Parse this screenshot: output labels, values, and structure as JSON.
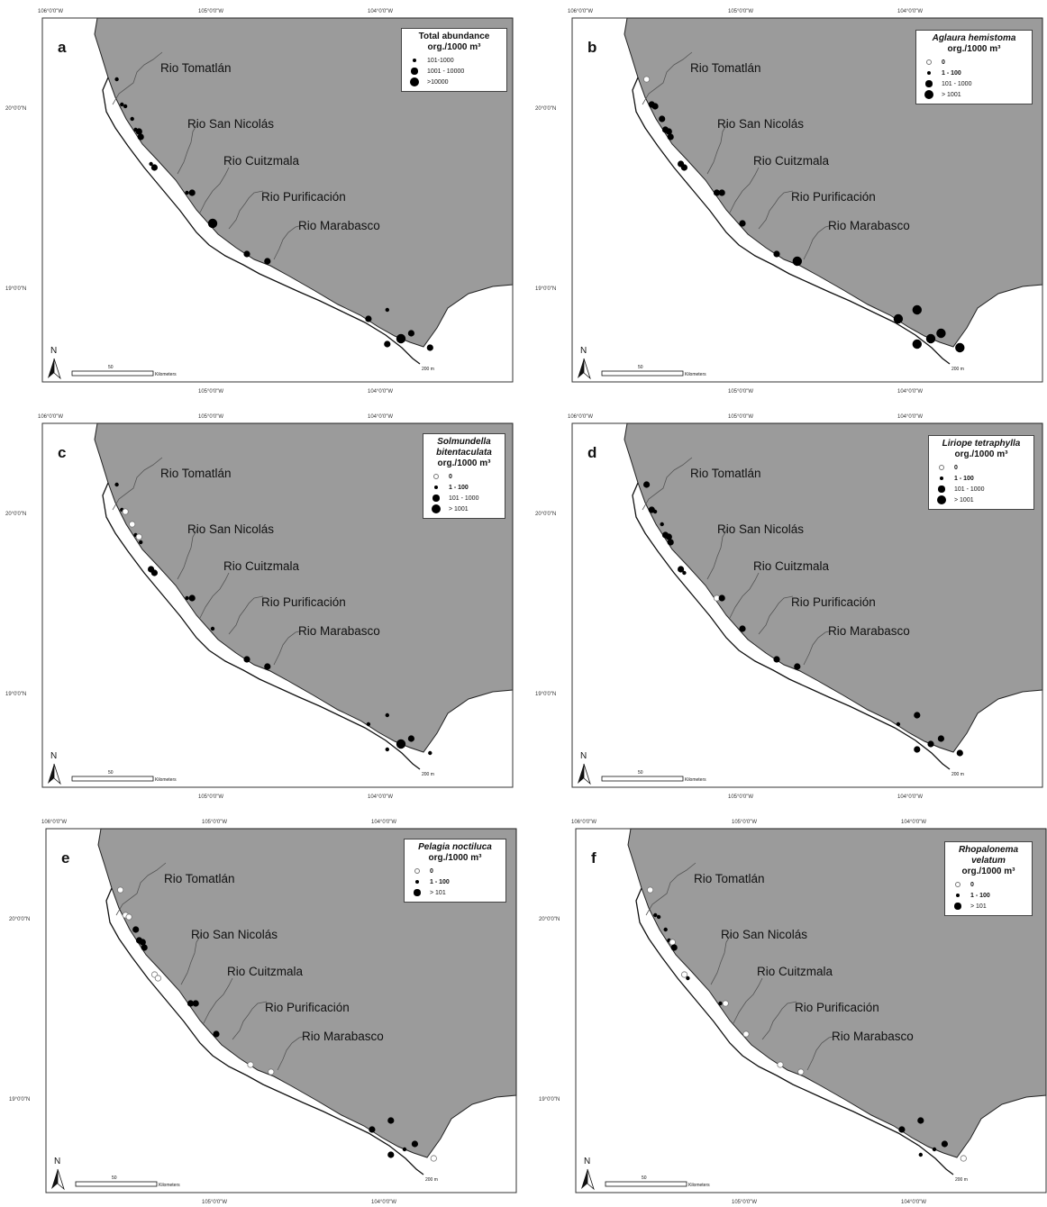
{
  "coords": {
    "top": [
      "106°0'0\"W",
      "105°0'0\"W",
      "104°0'0\"W"
    ],
    "bottom": [
      "105°0'0\"W",
      "104°0'0\"W"
    ],
    "left": [
      "20°0'0\"N",
      "19°0'0\"N"
    ]
  },
  "rivers": [
    "Rio Tomatlán",
    "Rio San Nicolás",
    "Rio Cuitzmala",
    "Rio Purificación",
    "Rio Marabasco"
  ],
  "map": {
    "north_label": "N",
    "scale_label": "50",
    "scale_unit": "Kilometers",
    "isobath_label": "200 m"
  },
  "colors": {
    "land": "#9b9b9b",
    "sea": "#ffffff",
    "coast": "#222222",
    "dot": "#000000"
  },
  "panels": [
    {
      "letter": "a",
      "legend": {
        "title_lines": [
          "Total abundance"
        ],
        "title_italic": false,
        "unit": "org./1000 m³",
        "items": [
          {
            "label": "101-1000",
            "size": 1
          },
          {
            "label": "1001 - 10000",
            "size": 2
          },
          {
            "label": ">10000",
            "size": 3
          }
        ]
      },
      "stations": [
        {
          "x": -105.56,
          "y": 20.15,
          "cls": 1
        },
        {
          "x": -105.53,
          "y": 20.01,
          "cls": 1
        },
        {
          "x": -105.51,
          "y": 20.0,
          "cls": 1
        },
        {
          "x": -105.47,
          "y": 19.93,
          "cls": 1
        },
        {
          "x": -105.45,
          "y": 19.87,
          "cls": 1
        },
        {
          "x": -105.43,
          "y": 19.86,
          "cls": 2
        },
        {
          "x": -105.42,
          "y": 19.83,
          "cls": 2
        },
        {
          "x": -105.36,
          "y": 19.68,
          "cls": 1
        },
        {
          "x": -105.34,
          "y": 19.66,
          "cls": 2
        },
        {
          "x": -105.15,
          "y": 19.52,
          "cls": 1
        },
        {
          "x": -105.12,
          "y": 19.52,
          "cls": 2
        },
        {
          "x": -105.0,
          "y": 19.35,
          "cls": 3
        },
        {
          "x": -104.8,
          "y": 19.18,
          "cls": 2
        },
        {
          "x": -104.68,
          "y": 19.14,
          "cls": 2
        },
        {
          "x": -104.09,
          "y": 18.82,
          "cls": 2
        },
        {
          "x": -103.98,
          "y": 18.87,
          "cls": 1
        },
        {
          "x": -103.98,
          "y": 18.68,
          "cls": 2
        },
        {
          "x": -103.9,
          "y": 18.71,
          "cls": 3
        },
        {
          "x": -103.84,
          "y": 18.74,
          "cls": 2
        },
        {
          "x": -103.73,
          "y": 18.66,
          "cls": 2
        }
      ]
    },
    {
      "letter": "b",
      "legend": {
        "title_lines": [
          "Aglaura hemistoma"
        ],
        "title_italic": true,
        "unit": "org./1000 m³",
        "items": [
          {
            "label": "0",
            "size": 0
          },
          {
            "label": "1 - 100",
            "size": 1
          },
          {
            "label": "101 - 1000",
            "size": 2
          },
          {
            "label": "> 1001",
            "size": 3
          }
        ]
      },
      "stations": [
        {
          "x": -105.56,
          "y": 20.15,
          "cls": 0
        },
        {
          "x": -105.53,
          "y": 20.01,
          "cls": 2
        },
        {
          "x": -105.51,
          "y": 20.0,
          "cls": 2
        },
        {
          "x": -105.47,
          "y": 19.93,
          "cls": 2
        },
        {
          "x": -105.45,
          "y": 19.87,
          "cls": 2
        },
        {
          "x": -105.43,
          "y": 19.86,
          "cls": 2
        },
        {
          "x": -105.42,
          "y": 19.83,
          "cls": 2
        },
        {
          "x": -105.36,
          "y": 19.68,
          "cls": 2
        },
        {
          "x": -105.34,
          "y": 19.66,
          "cls": 2
        },
        {
          "x": -105.15,
          "y": 19.52,
          "cls": 2
        },
        {
          "x": -105.12,
          "y": 19.52,
          "cls": 2
        },
        {
          "x": -105.0,
          "y": 19.35,
          "cls": 2
        },
        {
          "x": -104.8,
          "y": 19.18,
          "cls": 2
        },
        {
          "x": -104.68,
          "y": 19.14,
          "cls": 3
        },
        {
          "x": -104.09,
          "y": 18.82,
          "cls": 3
        },
        {
          "x": -103.98,
          "y": 18.87,
          "cls": 3
        },
        {
          "x": -103.98,
          "y": 18.68,
          "cls": 3
        },
        {
          "x": -103.9,
          "y": 18.71,
          "cls": 3
        },
        {
          "x": -103.84,
          "y": 18.74,
          "cls": 3
        },
        {
          "x": -103.73,
          "y": 18.66,
          "cls": 3
        }
      ]
    },
    {
      "letter": "c",
      "legend": {
        "title_lines": [
          "Solmundella",
          "bitentaculata"
        ],
        "title_italic": true,
        "unit": "org./1000 m³",
        "items": [
          {
            "label": "0",
            "size": 0
          },
          {
            "label": "1 - 100",
            "size": 1
          },
          {
            "label": "101 - 1000",
            "size": 2
          },
          {
            "label": "> 1001",
            "size": 3
          }
        ]
      },
      "stations": [
        {
          "x": -105.56,
          "y": 20.15,
          "cls": 1
        },
        {
          "x": -105.53,
          "y": 20.01,
          "cls": 1
        },
        {
          "x": -105.51,
          "y": 20.0,
          "cls": 0
        },
        {
          "x": -105.47,
          "y": 19.93,
          "cls": 0
        },
        {
          "x": -105.45,
          "y": 19.87,
          "cls": 1
        },
        {
          "x": -105.43,
          "y": 19.86,
          "cls": 0
        },
        {
          "x": -105.42,
          "y": 19.83,
          "cls": 1
        },
        {
          "x": -105.36,
          "y": 19.68,
          "cls": 2
        },
        {
          "x": -105.34,
          "y": 19.66,
          "cls": 2
        },
        {
          "x": -105.15,
          "y": 19.52,
          "cls": 1
        },
        {
          "x": -105.12,
          "y": 19.52,
          "cls": 2
        },
        {
          "x": -105.0,
          "y": 19.35,
          "cls": 1
        },
        {
          "x": -104.8,
          "y": 19.18,
          "cls": 2
        },
        {
          "x": -104.68,
          "y": 19.14,
          "cls": 2
        },
        {
          "x": -104.09,
          "y": 18.82,
          "cls": 1
        },
        {
          "x": -103.98,
          "y": 18.87,
          "cls": 1
        },
        {
          "x": -103.98,
          "y": 18.68,
          "cls": 1
        },
        {
          "x": -103.9,
          "y": 18.71,
          "cls": 3
        },
        {
          "x": -103.84,
          "y": 18.74,
          "cls": 2
        },
        {
          "x": -103.73,
          "y": 18.66,
          "cls": 1
        }
      ]
    },
    {
      "letter": "d",
      "legend": {
        "title_lines": [
          "Liriope tetraphylla"
        ],
        "title_italic": true,
        "unit": "org./1000 m³",
        "items": [
          {
            "label": "0",
            "size": 0
          },
          {
            "label": "1 - 100",
            "size": 1
          },
          {
            "label": "101 - 1000",
            "size": 2
          },
          {
            "label": "> 1001",
            "size": 3
          }
        ]
      },
      "stations": [
        {
          "x": -105.56,
          "y": 20.15,
          "cls": 2
        },
        {
          "x": -105.53,
          "y": 20.01,
          "cls": 2
        },
        {
          "x": -105.51,
          "y": 20.0,
          "cls": 1
        },
        {
          "x": -105.47,
          "y": 19.93,
          "cls": 1
        },
        {
          "x": -105.45,
          "y": 19.87,
          "cls": 2
        },
        {
          "x": -105.43,
          "y": 19.86,
          "cls": 2
        },
        {
          "x": -105.42,
          "y": 19.83,
          "cls": 2
        },
        {
          "x": -105.36,
          "y": 19.68,
          "cls": 2
        },
        {
          "x": -105.34,
          "y": 19.66,
          "cls": 1
        },
        {
          "x": -105.15,
          "y": 19.52,
          "cls": 0
        },
        {
          "x": -105.12,
          "y": 19.52,
          "cls": 2
        },
        {
          "x": -105.0,
          "y": 19.35,
          "cls": 2
        },
        {
          "x": -104.8,
          "y": 19.18,
          "cls": 2
        },
        {
          "x": -104.68,
          "y": 19.14,
          "cls": 2
        },
        {
          "x": -104.09,
          "y": 18.82,
          "cls": 1
        },
        {
          "x": -103.98,
          "y": 18.87,
          "cls": 2
        },
        {
          "x": -103.98,
          "y": 18.68,
          "cls": 2
        },
        {
          "x": -103.9,
          "y": 18.71,
          "cls": 2
        },
        {
          "x": -103.84,
          "y": 18.74,
          "cls": 2
        },
        {
          "x": -103.73,
          "y": 18.66,
          "cls": 2
        }
      ]
    },
    {
      "letter": "e",
      "legend": {
        "title_lines": [
          "Pelagia noctiluca"
        ],
        "title_italic": true,
        "unit": "org./1000 m³",
        "items": [
          {
            "label": "0",
            "size": 0
          },
          {
            "label": "1 - 100",
            "size": 1
          },
          {
            "label": "> 101",
            "size": 2
          }
        ]
      },
      "stations": [
        {
          "x": -105.56,
          "y": 20.15,
          "cls": 0
        },
        {
          "x": -105.53,
          "y": 20.01,
          "cls": 0
        },
        {
          "x": -105.51,
          "y": 20.0,
          "cls": 0
        },
        {
          "x": -105.47,
          "y": 19.93,
          "cls": 2
        },
        {
          "x": -105.45,
          "y": 19.87,
          "cls": 2
        },
        {
          "x": -105.43,
          "y": 19.86,
          "cls": 2
        },
        {
          "x": -105.42,
          "y": 19.83,
          "cls": 2
        },
        {
          "x": -105.36,
          "y": 19.68,
          "cls": 0
        },
        {
          "x": -105.34,
          "y": 19.66,
          "cls": 0
        },
        {
          "x": -105.15,
          "y": 19.52,
          "cls": 2
        },
        {
          "x": -105.12,
          "y": 19.52,
          "cls": 2
        },
        {
          "x": -105.0,
          "y": 19.35,
          "cls": 2
        },
        {
          "x": -104.8,
          "y": 19.18,
          "cls": 0
        },
        {
          "x": -104.68,
          "y": 19.14,
          "cls": 0
        },
        {
          "x": -104.09,
          "y": 18.82,
          "cls": 2
        },
        {
          "x": -103.98,
          "y": 18.87,
          "cls": 2
        },
        {
          "x": -103.98,
          "y": 18.68,
          "cls": 2
        },
        {
          "x": -103.9,
          "y": 18.71,
          "cls": 1
        },
        {
          "x": -103.84,
          "y": 18.74,
          "cls": 2
        },
        {
          "x": -103.73,
          "y": 18.66,
          "cls": 0
        }
      ]
    },
    {
      "letter": "f",
      "legend": {
        "title_lines": [
          "Rhopalonema",
          "velatum"
        ],
        "title_italic": true,
        "unit": "org./1000 m³",
        "items": [
          {
            "label": "0",
            "size": 0
          },
          {
            "label": "1 - 100",
            "size": 1
          },
          {
            "label": "> 101",
            "size": 2
          }
        ]
      },
      "stations": [
        {
          "x": -105.56,
          "y": 20.15,
          "cls": 0
        },
        {
          "x": -105.53,
          "y": 20.01,
          "cls": 1
        },
        {
          "x": -105.51,
          "y": 20.0,
          "cls": 1
        },
        {
          "x": -105.47,
          "y": 19.93,
          "cls": 1
        },
        {
          "x": -105.45,
          "y": 19.87,
          "cls": 1
        },
        {
          "x": -105.43,
          "y": 19.86,
          "cls": 0
        },
        {
          "x": -105.42,
          "y": 19.83,
          "cls": 2
        },
        {
          "x": -105.36,
          "y": 19.68,
          "cls": 0
        },
        {
          "x": -105.34,
          "y": 19.66,
          "cls": 1
        },
        {
          "x": -105.15,
          "y": 19.52,
          "cls": 1
        },
        {
          "x": -105.12,
          "y": 19.52,
          "cls": 0
        },
        {
          "x": -105.0,
          "y": 19.35,
          "cls": 0
        },
        {
          "x": -104.8,
          "y": 19.18,
          "cls": 0
        },
        {
          "x": -104.68,
          "y": 19.14,
          "cls": 0
        },
        {
          "x": -104.09,
          "y": 18.82,
          "cls": 2
        },
        {
          "x": -103.98,
          "y": 18.87,
          "cls": 2
        },
        {
          "x": -103.98,
          "y": 18.68,
          "cls": 1
        },
        {
          "x": -103.9,
          "y": 18.71,
          "cls": 1
        },
        {
          "x": -103.84,
          "y": 18.74,
          "cls": 2
        },
        {
          "x": -103.73,
          "y": 18.66,
          "cls": 0
        }
      ]
    }
  ]
}
